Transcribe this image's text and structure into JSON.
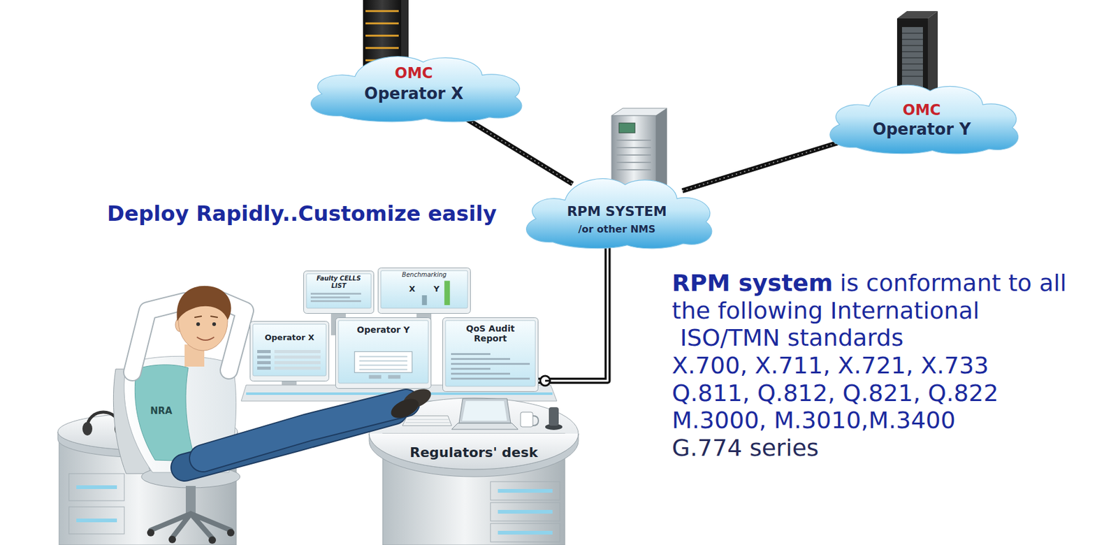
{
  "diagram": {
    "nodes": [
      {
        "text": [
          "OMC",
          "Operator X"
        ]
      },
      {
        "text": [
          "OMC",
          "Operator Y"
        ]
      },
      {
        "text": [
          "RPM SYSTEM",
          "/or other NMS"
        ]
      },
      {
        "text": [
          "Faulty CELLS LIST"
        ]
      },
      {
        "text": [
          "Benchmarking",
          "X",
          "Y"
        ]
      },
      {
        "text": [
          "Operator X"
        ]
      },
      {
        "text": [
          "Operator Y"
        ]
      },
      {
        "text": [
          "QoS Audit Report"
        ]
      },
      {
        "text": [
          "Regulators' desk"
        ]
      }
    ],
    "edges": [
      {
        "from": 0,
        "to": 2,
        "arrow": "none"
      },
      {
        "from": 2,
        "to": 1,
        "arrow": "none"
      },
      {
        "from": 2,
        "to": 7,
        "arrow": "none"
      }
    ],
    "labels": [
      "Deploy Rapidly..Customize easily",
      "RPM system",
      "is conformant to all",
      "the following International",
      "ISO/TMN standards",
      "X.700, X.711, X.721, X.733",
      "Q.811, Q.812, Q.821, Q.822",
      "M.3000, M.3010,M.3400",
      "G.774 series",
      "NRA"
    ]
  }
}
